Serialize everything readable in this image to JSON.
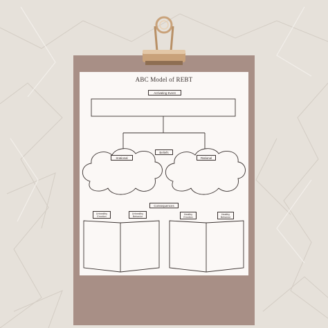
{
  "worksheet": {
    "title": "ABC Model of REBT",
    "activating_event_label": "Activating Event",
    "beliefs_label": "Beliefs",
    "irrational_label": "Irrational",
    "rational_label": "Rational",
    "consequences_label": "Consequences",
    "unhealthy_emotion_label": "Unhealthy Emotion",
    "unhealthy_behavior_label": "Unhealthy Behavior",
    "healthy_emotion_label": "Healthy Emotion",
    "healthy_behavior_label": "Healthy Behavior"
  },
  "colors": {
    "background": "#e6e1da",
    "board": "#a88f86",
    "paper": "#fbf8f6",
    "ink": "#3a3230",
    "clip_gold": "#c9a27a"
  },
  "icons": [
    "binder-clip-icon"
  ]
}
